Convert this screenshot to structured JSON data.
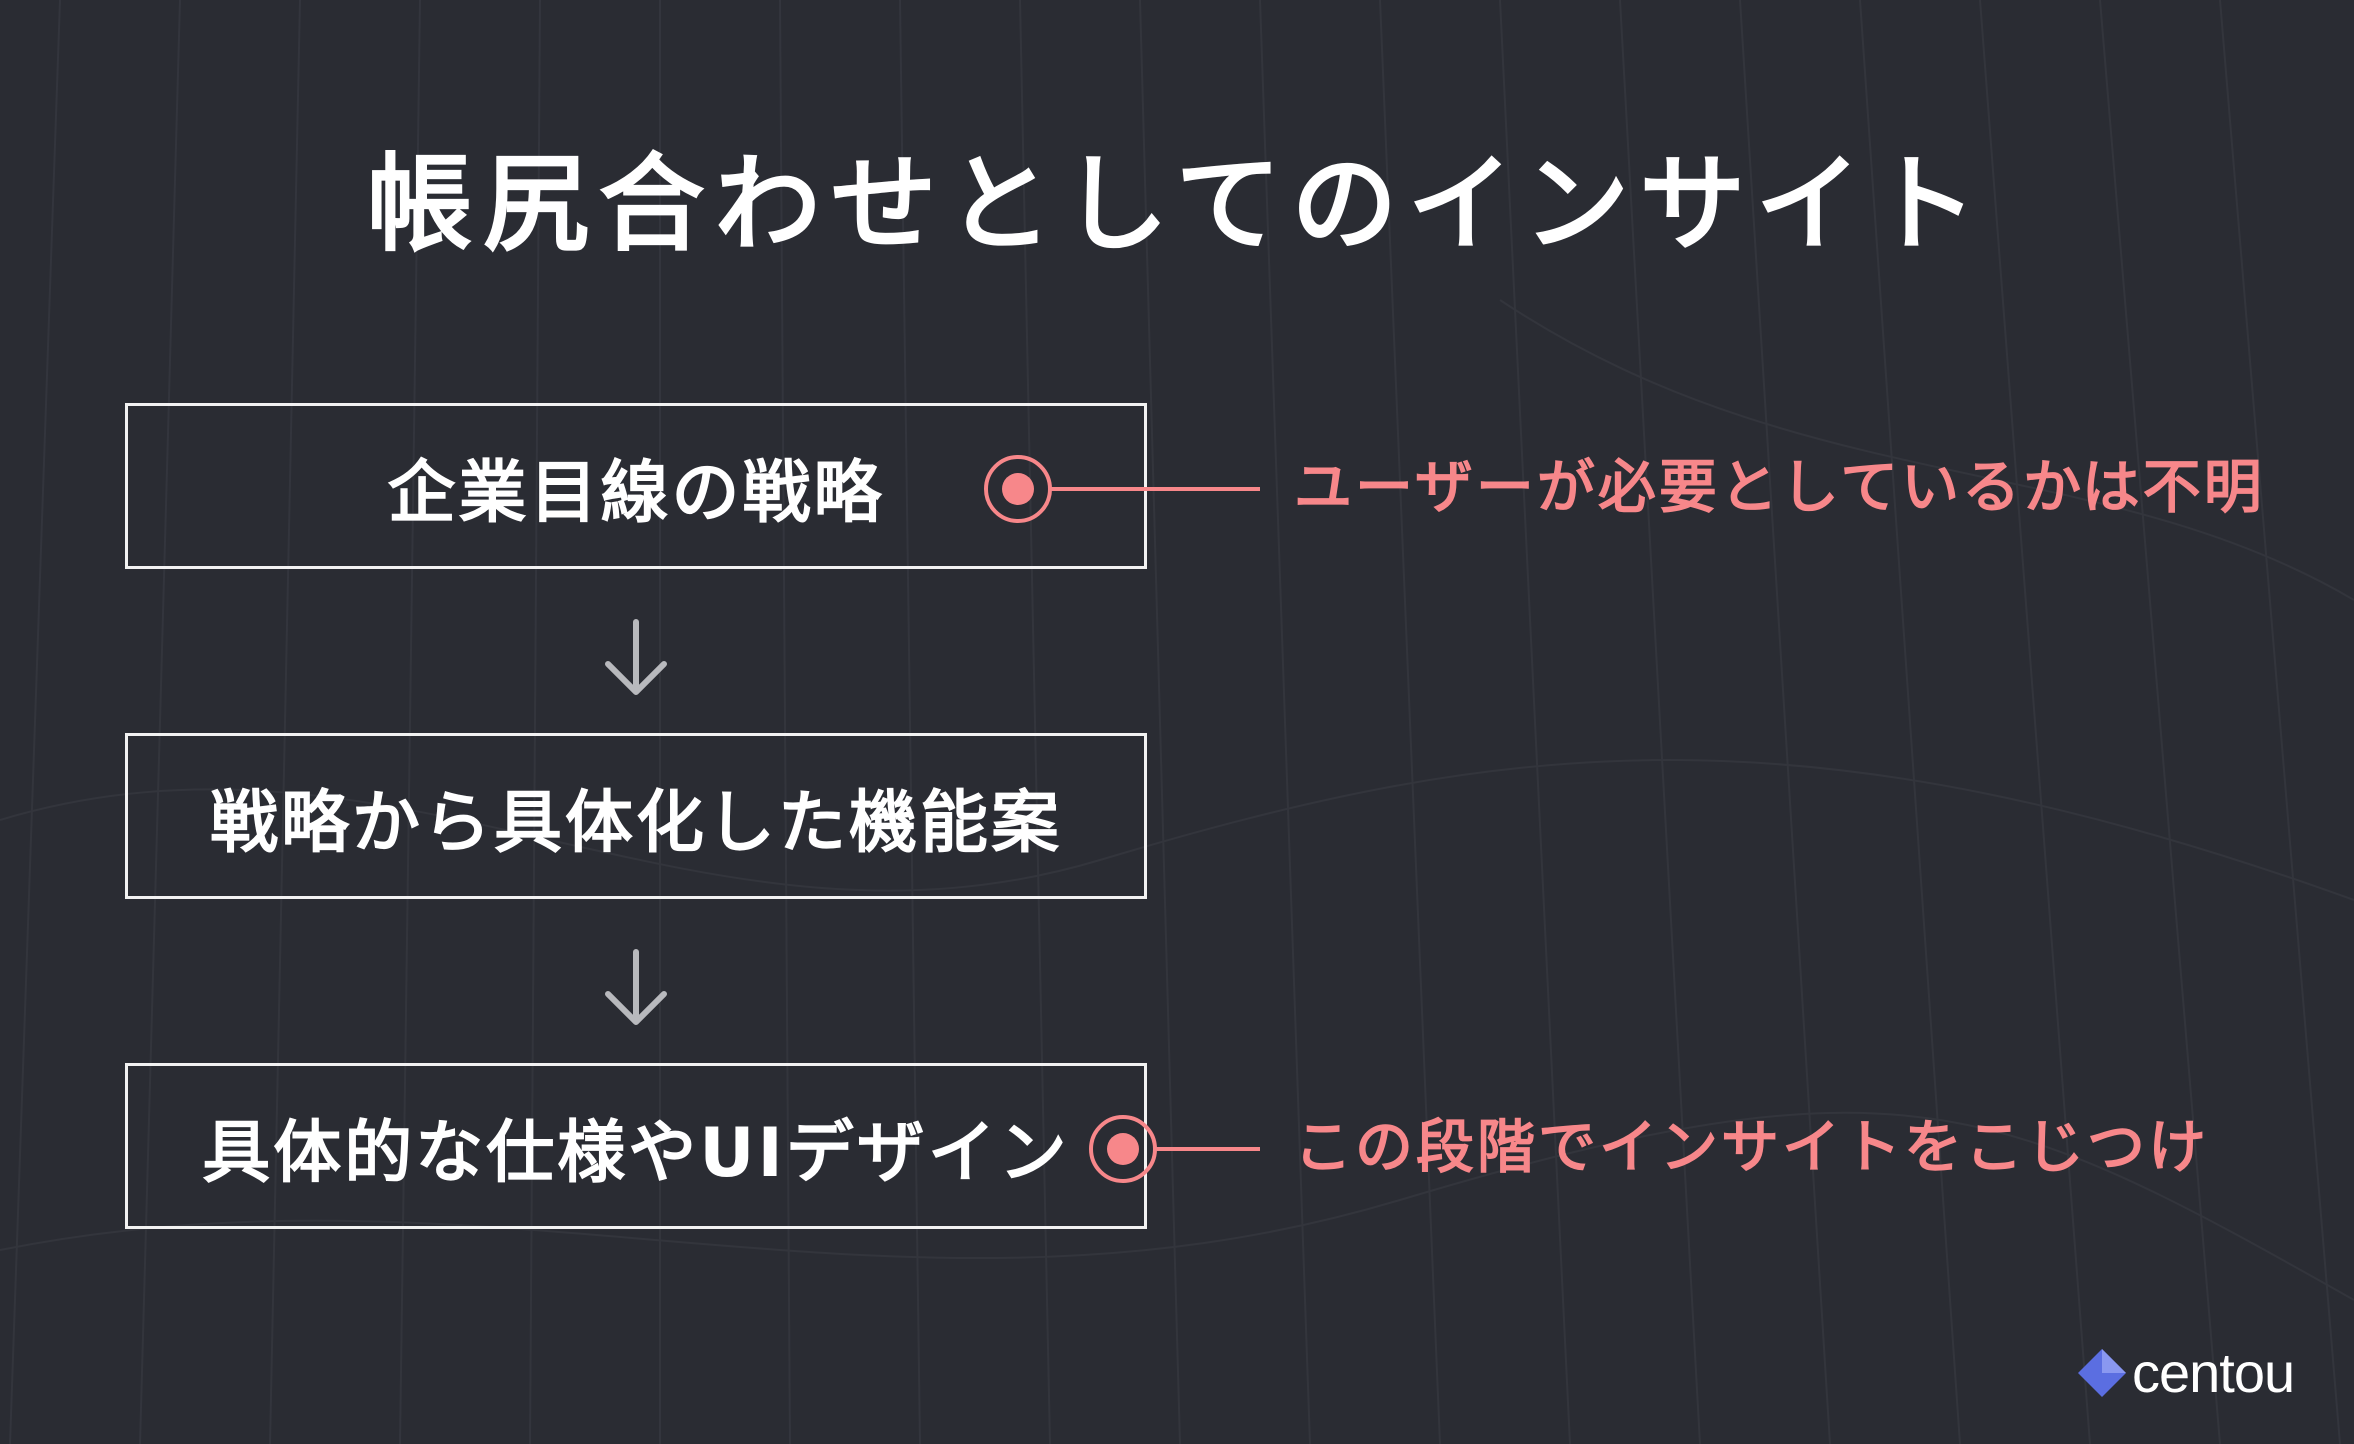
{
  "slide": {
    "title": "帳尻合わせとしてのインサイト",
    "flow_steps": [
      {
        "label": "企業目線の戦略"
      },
      {
        "label": "戦略から具体化した機能案"
      },
      {
        "label": "具体的な仕様やUIデザイン"
      }
    ],
    "callouts": [
      {
        "text": "ユーザーが必要としているかは不明",
        "attached_to": "企業目線の戦略"
      },
      {
        "text": "この段階でインサイトをこじつけ",
        "attached_to": "具体的な仕様やUIデザイン"
      }
    ],
    "logo_text": "centou"
  },
  "colors": {
    "background": "#2a2c33",
    "text": "#ffffff",
    "accent": "#f7878a",
    "arrow": "#b8b9bd",
    "logo_mark": "#5b6ee1"
  },
  "icons": [
    "down-arrow-icon",
    "target-dot-icon",
    "centou-logo-icon"
  ]
}
